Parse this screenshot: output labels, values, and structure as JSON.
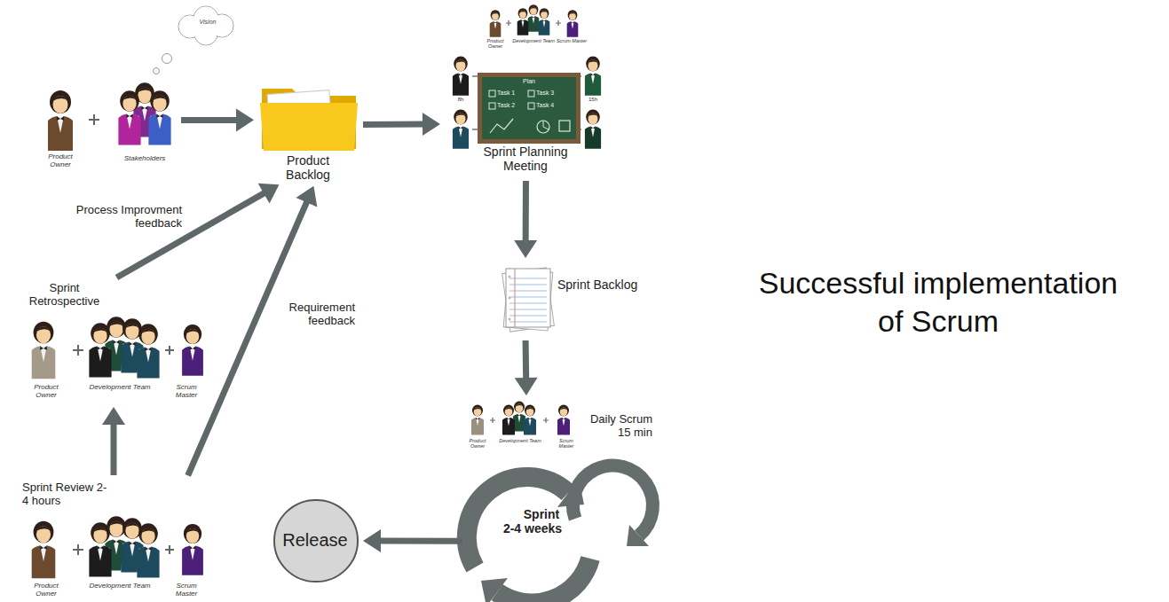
{
  "diagram": {
    "title": "Successful implementation of Scrum",
    "nodes": [
      {
        "text": [
          "Product Owner",
          "Stakeholders"
        ]
      },
      {
        "text": [
          "Product Backlog"
        ]
      },
      {
        "text": [
          "Sprint Planning Meeting"
        ]
      },
      {
        "text": [
          "Sprint Backlog"
        ]
      },
      {
        "text": [
          "Product Owner",
          "Development Team",
          "Scrum Master"
        ]
      },
      {
        "text": [
          "Sprint 2-4 weeks"
        ]
      },
      {
        "text": [
          "Release"
        ]
      },
      {
        "text": [
          "Sprint Retrospective",
          "Product Owner",
          "Development Team",
          "Scrum Master"
        ]
      },
      {
        "text": [
          "Sprint Review 2-4 hours",
          "Product Owner",
          "Development Team",
          "Scrum Master"
        ]
      }
    ],
    "edges": [
      {
        "from": 0,
        "to": 1,
        "arrow": "to"
      },
      {
        "from": 1,
        "to": 2,
        "arrow": "to"
      },
      {
        "from": 2,
        "to": 3,
        "arrow": "to"
      },
      {
        "from": 3,
        "to": 4,
        "arrow": "to"
      },
      {
        "from": 5,
        "to": 6,
        "arrow": "to"
      },
      {
        "from": 8,
        "to": 7,
        "arrow": "to"
      },
      {
        "from": 7,
        "to": 1,
        "label": "Process Improvment feedback",
        "arrow": "to"
      },
      {
        "from": 8,
        "to": 1,
        "label": "Requirement feedback",
        "arrow": "to"
      }
    ],
    "labels": [
      "Vision",
      "Product Owner",
      "Development Team",
      "Scrum Master",
      "Plan",
      "Task 1",
      "Task 3",
      "Task 2",
      "Task 4",
      "8h",
      "15h",
      "Daily Scrum 15 min"
    ]
  }
}
